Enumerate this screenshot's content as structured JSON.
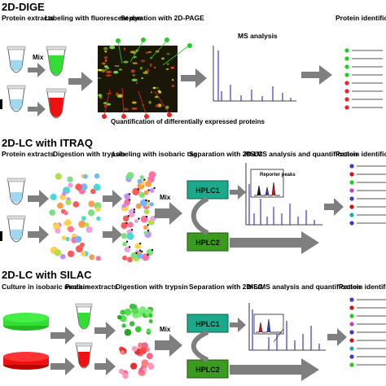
{
  "sections": [
    {
      "title": "2D-DIGE",
      "steps": [
        "Protein extracts",
        "Labeling with fluorescent dye",
        "Separation with 2D-PAGE",
        "MS analysis",
        "Protein identification"
      ],
      "mix_label": "Mix",
      "gel_caption": "Quantification of differentially expressed proteins"
    },
    {
      "title": "2D-LC with ITRAQ",
      "steps": [
        "Protein extracts",
        "Digestion with trypsin",
        "Labeling with isobaric tag",
        "Separation with 2D-LC",
        "MS/MS analysis and quantification",
        "Protein identification"
      ],
      "mix_label": "Mix",
      "hplc_labels": [
        "HPLC1",
        "HPLC2"
      ],
      "reporter_label": "Reporter peaks"
    },
    {
      "title": "2D-LC with SILAC",
      "steps": [
        "Culture in isobaric medium",
        "Protein extracts",
        "Digestion with trypsin",
        "Separation with 2D-LC",
        "MS/MS analysis and quantification",
        "Protein identification"
      ],
      "mix_label": "Mix",
      "hplc_labels": [
        "HPLC1",
        "HPLC2"
      ]
    }
  ],
  "colors": {
    "arrow": "#7f7f7f",
    "hplc1": "#1aa98a",
    "hplc2": "#3b9b1e",
    "spectrum_blue": "#3a3ad0",
    "spectrum_red": "#d01010",
    "green_sample": "#33dd33",
    "red_sample": "#ee1111",
    "id_bullets": [
      "#22cc22",
      "#22cc22",
      "#22cc22",
      "#22cc22",
      "#ee2222",
      "#ee2222",
      "#ee2222",
      "#ee2222"
    ]
  }
}
